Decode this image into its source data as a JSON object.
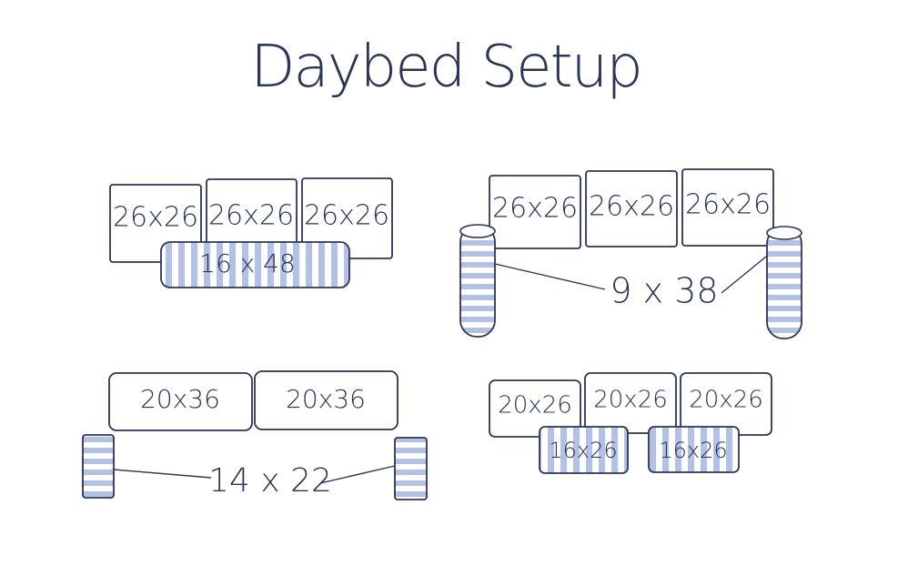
{
  "title": "Daybed Setup",
  "colors": {
    "ink": "#2b3556",
    "stripe": "#b4c1e2"
  },
  "layouts": [
    {
      "pillows": [
        "26x26",
        "26x26",
        "26x26"
      ],
      "bolster": "16 x 48"
    },
    {
      "pillows": [
        "26x26",
        "26x26",
        "26x26"
      ],
      "bolster": "9 x 38"
    },
    {
      "pillows": [
        "20x36",
        "20x36"
      ],
      "bolster": "14 x 22"
    },
    {
      "pillows": [
        "20x26",
        "20x26",
        "20x26"
      ],
      "accents": [
        "16x26",
        "16x26"
      ]
    }
  ]
}
